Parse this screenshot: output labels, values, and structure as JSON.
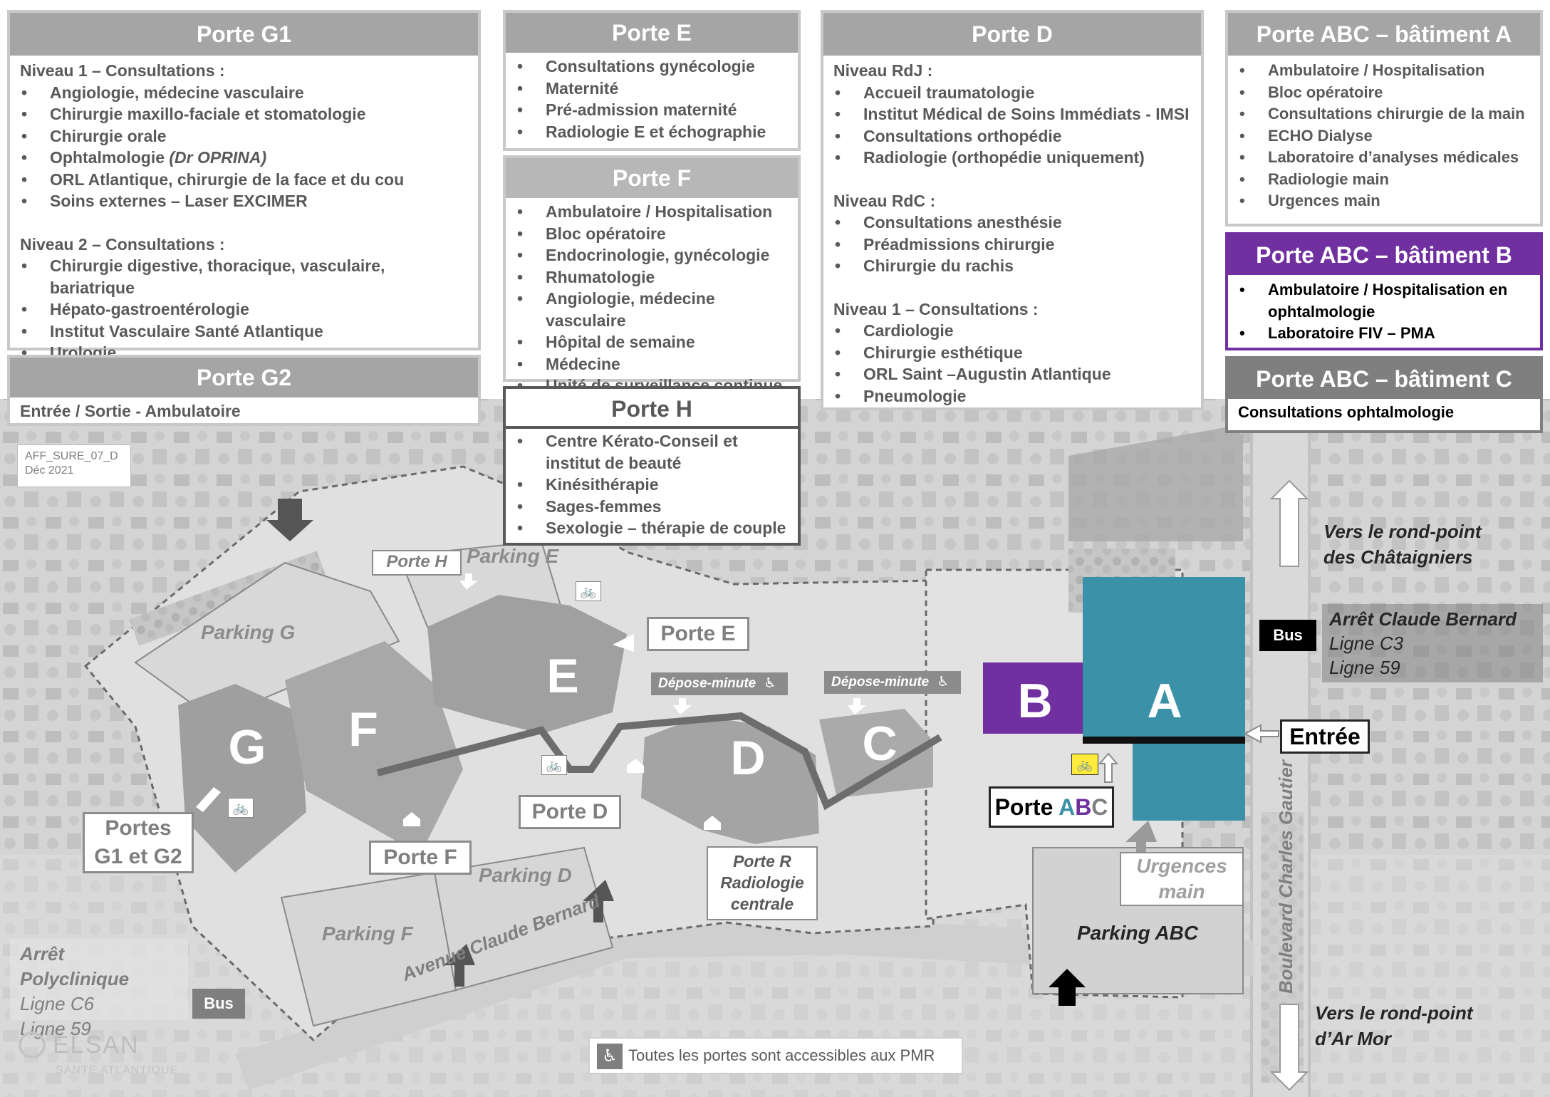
{
  "colors": {
    "accent_teal": "#3b92a8",
    "accent_purple": "#7030a0",
    "header_grey": "#a5a5a5",
    "text_grey": "#595959",
    "label_grey": "#7f7f7f"
  },
  "panels": {
    "g1": {
      "title": "Porte G1",
      "sections": [
        {
          "heading": "Niveau 1 – Consultations :",
          "items": [
            "Angiologie, médecine vasculaire",
            "Chirurgie maxillo-faciale et stomatologie",
            "Chirurgie orale",
            "Ophtalmologie",
            "ORL Atlantique, chirurgie de la face et du cou",
            "Soins externes – Laser EXCIMER"
          ]
        },
        {
          "heading": "Niveau 2 – Consultations :",
          "items": [
            "Chirurgie digestive, thoracique, vasculaire, bariatrique",
            "Hépato-gastroentérologie",
            "Institut Vasculaire Santé Atlantique",
            "Urologie"
          ]
        }
      ],
      "ophtalmo_note": "(Dr OPRINA)"
    },
    "g2": {
      "title": "Porte G2",
      "text": "Entrée / Sortie - Ambulatoire"
    },
    "e": {
      "title": "Porte E",
      "items": [
        "Consultations gynécologie",
        "Maternité",
        "Pré-admission maternité",
        "Radiologie E et échographie"
      ]
    },
    "f": {
      "title": "Porte F",
      "items": [
        "Ambulatoire / Hospitalisation",
        "Bloc opératoire",
        "Endocrinologie, gynécologie",
        "Rhumatologie",
        "Angiologie, médecine vasculaire",
        "Hôpital de semaine",
        "Médecine",
        "Unité de surveillance continue"
      ]
    },
    "h": {
      "title": "Porte H",
      "items": [
        "Centre Kérato-Conseil et institut de beauté",
        "Kinésithérapie",
        "Sages-femmes",
        "Sexologie – thérapie de couple"
      ]
    },
    "d": {
      "title": "Porte D",
      "sections": [
        {
          "heading": "Niveau RdJ :",
          "items": [
            "Accueil traumatologie",
            "Institut Médical de Soins Immédiats - IMSI",
            "Consultations orthopédie",
            "Radiologie (orthopédie uniquement)"
          ]
        },
        {
          "heading": "Niveau RdC :",
          "items": [
            "Consultations anesthésie",
            "Préadmissions chirurgie",
            "Chirurgie du rachis"
          ]
        },
        {
          "heading": "Niveau 1 – Consultations :",
          "items": [
            "Cardiologie",
            "Chirurgie esthétique",
            "ORL Saint –Augustin Atlantique",
            "Pneumologie"
          ]
        }
      ]
    },
    "abc_a": {
      "title": "Porte ABC – bâtiment A",
      "items": [
        "Ambulatoire / Hospitalisation",
        "Bloc opératoire",
        "Consultations chirurgie de la main",
        "ECHO Dialyse",
        "Laboratoire d’analyses médicales",
        "Radiologie main",
        "Urgences main"
      ]
    },
    "abc_b": {
      "title": "Porte ABC – bâtiment B",
      "items": [
        "Ambulatoire / Hospitalisation en ophtalmologie",
        "Laboratoire FIV – PMA"
      ]
    },
    "abc_c": {
      "title": "Porte ABC – bâtiment C",
      "text": "Consultations ophtalmologie"
    }
  },
  "map": {
    "doc_ref": {
      "code": "AFF_SURE_07_D",
      "date": "Déc 2021"
    },
    "buildings": {
      "g": "G",
      "f": "F",
      "e": "E",
      "d": "D",
      "c": "C",
      "b": "B",
      "a": "A"
    },
    "gate_labels": {
      "porte_h": "Porte H",
      "porte_e": "Porte E",
      "porte_d": "Porte D",
      "porte_f": "Porte F",
      "portes_g1g2_line1": "Portes",
      "portes_g1g2_line2": "G1 et G2",
      "porte_r_line1": "Porte R",
      "porte_r_line2": "Radiologie",
      "porte_r_line3": "centrale",
      "porte_abc_prefix": "Porte ",
      "porte_abc_a": "A",
      "porte_abc_b": "B",
      "porte_abc_c": "C",
      "entree": "Entrée",
      "urgences_line1": "Urgences",
      "urgences_line2": "main"
    },
    "depose": {
      "left": "Dépose-minute",
      "right": "Dépose-minute"
    },
    "parkings": {
      "g": "Parking G",
      "e": "Parking E",
      "d": "Parking D",
      "f": "Parking F",
      "abc": "Parking ABC"
    },
    "streets": {
      "avenue": "Avenue Claude Bernard",
      "boulevard": "Boulevard Charles Gautier"
    },
    "directions": {
      "top_line1": "Vers le rond-point",
      "top_line2": "des Châtaigniers",
      "bottom_line1": "Vers le rond-point",
      "bottom_line2": "d’Ar Mor"
    },
    "bus_stops": {
      "claude_bernard": {
        "name": "Arrêt Claude Bernard",
        "line1": "Ligne C3",
        "line2": "Ligne 59",
        "badge": "Bus"
      },
      "polyclinique": {
        "name": "Arrêt Polyclinique",
        "line1": "Ligne C6",
        "line2": "Ligne 59",
        "badge": "Bus"
      }
    },
    "pmr_note": "Toutes les portes sont accessibles aux PMR",
    "logo": {
      "brand": "ELSAN",
      "sub": "SANTE ATLANTIQUE"
    },
    "icons": [
      "bike-icon",
      "wheelchair-icon",
      "arrow-icon",
      "bus-icon"
    ]
  }
}
